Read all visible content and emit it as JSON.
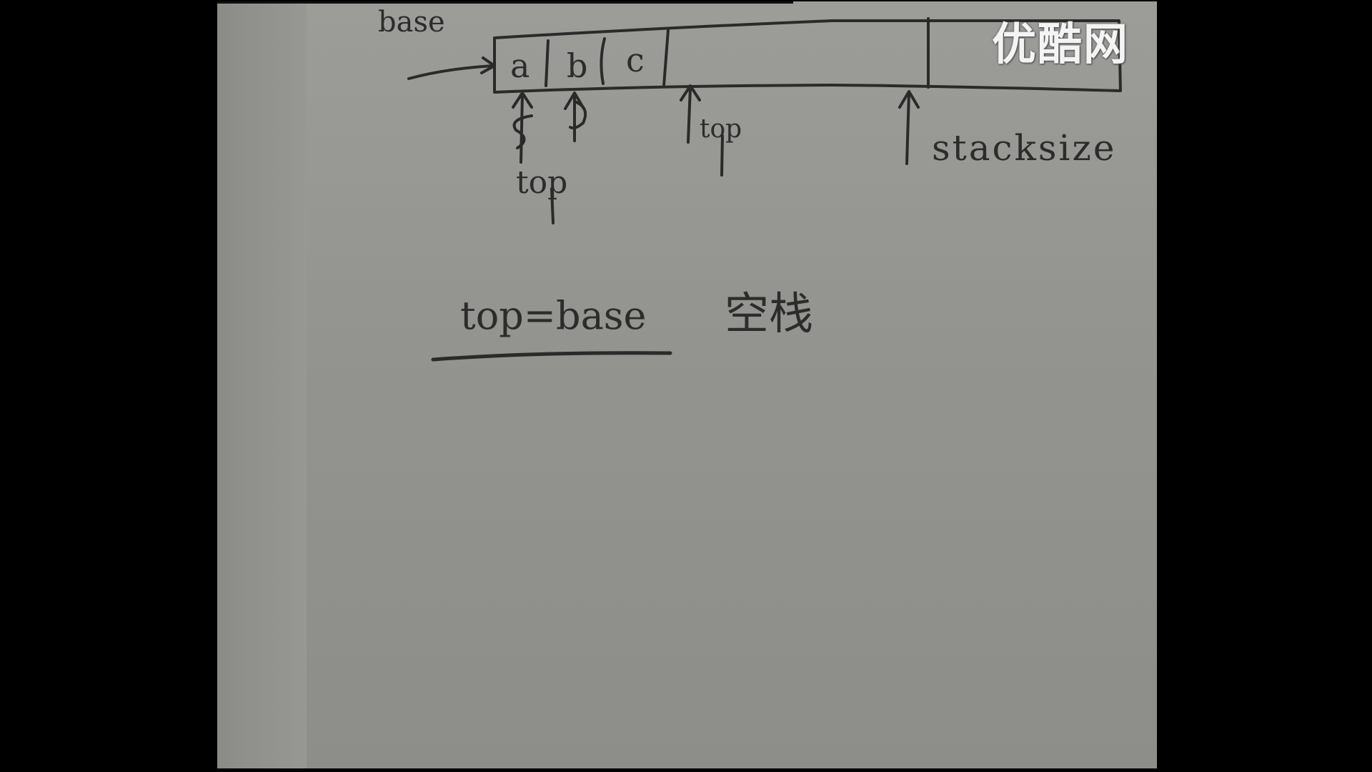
{
  "player": {
    "watermark": "优酷网",
    "colors": {
      "letterbox": "#000000",
      "paper": "#969693",
      "ink": "#2a2a2a"
    }
  },
  "board": {
    "base_label": "base",
    "cells": [
      "a",
      "b",
      "c"
    ],
    "top_label_low": "top",
    "top_label_mid": "top",
    "stacksize_label": "stacksize",
    "empty_condition": "top=base",
    "empty_meaning": "空栈"
  }
}
